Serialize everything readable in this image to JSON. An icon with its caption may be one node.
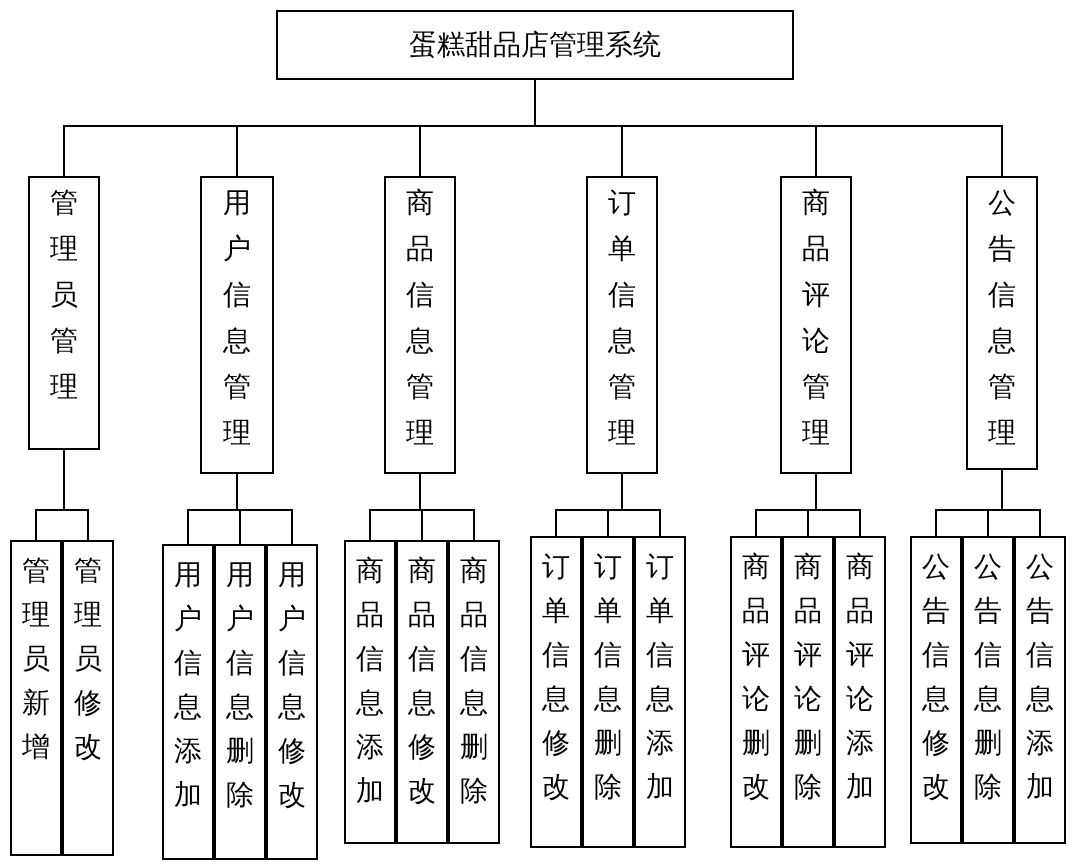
{
  "diagram": {
    "nodes": [
      {
        "text": [
          "蛋糕甜品店管理系统"
        ]
      },
      {
        "text": [
          "管理员管理"
        ]
      },
      {
        "text": [
          "用户信息管理"
        ]
      },
      {
        "text": [
          "商品信息管理"
        ]
      },
      {
        "text": [
          "订单信息管理"
        ]
      },
      {
        "text": [
          "商品评论管理"
        ]
      },
      {
        "text": [
          "公告信息管理"
        ]
      },
      {
        "text": [
          "管理员新增"
        ]
      },
      {
        "text": [
          "管理员修改"
        ]
      },
      {
        "text": [
          "用户信息添加"
        ]
      },
      {
        "text": [
          "用户信息删除"
        ]
      },
      {
        "text": [
          "用户信息修改"
        ]
      },
      {
        "text": [
          "商品信息添加"
        ]
      },
      {
        "text": [
          "商品信息修改"
        ]
      },
      {
        "text": [
          "商品信息删除"
        ]
      },
      {
        "text": [
          "订单信息修改"
        ]
      },
      {
        "text": [
          "订单信息删除"
        ]
      },
      {
        "text": [
          "订单信息添加"
        ]
      },
      {
        "text": [
          "商品评论删改"
        ]
      },
      {
        "text": [
          "商品评论删除"
        ]
      },
      {
        "text": [
          "商品评论添加"
        ]
      },
      {
        "text": [
          "公告信息修改"
        ]
      },
      {
        "text": [
          "公告信息删除"
        ]
      },
      {
        "text": [
          "公告信息添加"
        ]
      }
    ],
    "edges": [
      {
        "from": 0,
        "to": 1,
        "arrow": "none"
      },
      {
        "from": 0,
        "to": 2,
        "arrow": "none"
      },
      {
        "from": 0,
        "to": 3,
        "arrow": "none"
      },
      {
        "from": 0,
        "to": 4,
        "arrow": "none"
      },
      {
        "from": 0,
        "to": 5,
        "arrow": "none"
      },
      {
        "from": 0,
        "to": 6,
        "arrow": "none"
      },
      {
        "from": 1,
        "to": 7,
        "arrow": "none"
      },
      {
        "from": 1,
        "to": 8,
        "arrow": "none"
      },
      {
        "from": 2,
        "to": 9,
        "arrow": "none"
      },
      {
        "from": 2,
        "to": 10,
        "arrow": "none"
      },
      {
        "from": 2,
        "to": 11,
        "arrow": "none"
      },
      {
        "from": 3,
        "to": 12,
        "arrow": "none"
      },
      {
        "from": 3,
        "to": 13,
        "arrow": "none"
      },
      {
        "from": 3,
        "to": 14,
        "arrow": "none"
      },
      {
        "from": 4,
        "to": 15,
        "arrow": "none"
      },
      {
        "from": 4,
        "to": 16,
        "arrow": "none"
      },
      {
        "from": 4,
        "to": 17,
        "arrow": "none"
      },
      {
        "from": 5,
        "to": 18,
        "arrow": "none"
      },
      {
        "from": 5,
        "to": 19,
        "arrow": "none"
      },
      {
        "from": 5,
        "to": 20,
        "arrow": "none"
      },
      {
        "from": 6,
        "to": 21,
        "arrow": "none"
      },
      {
        "from": 6,
        "to": 22,
        "arrow": "none"
      },
      {
        "from": 6,
        "to": 23,
        "arrow": "none"
      }
    ]
  }
}
